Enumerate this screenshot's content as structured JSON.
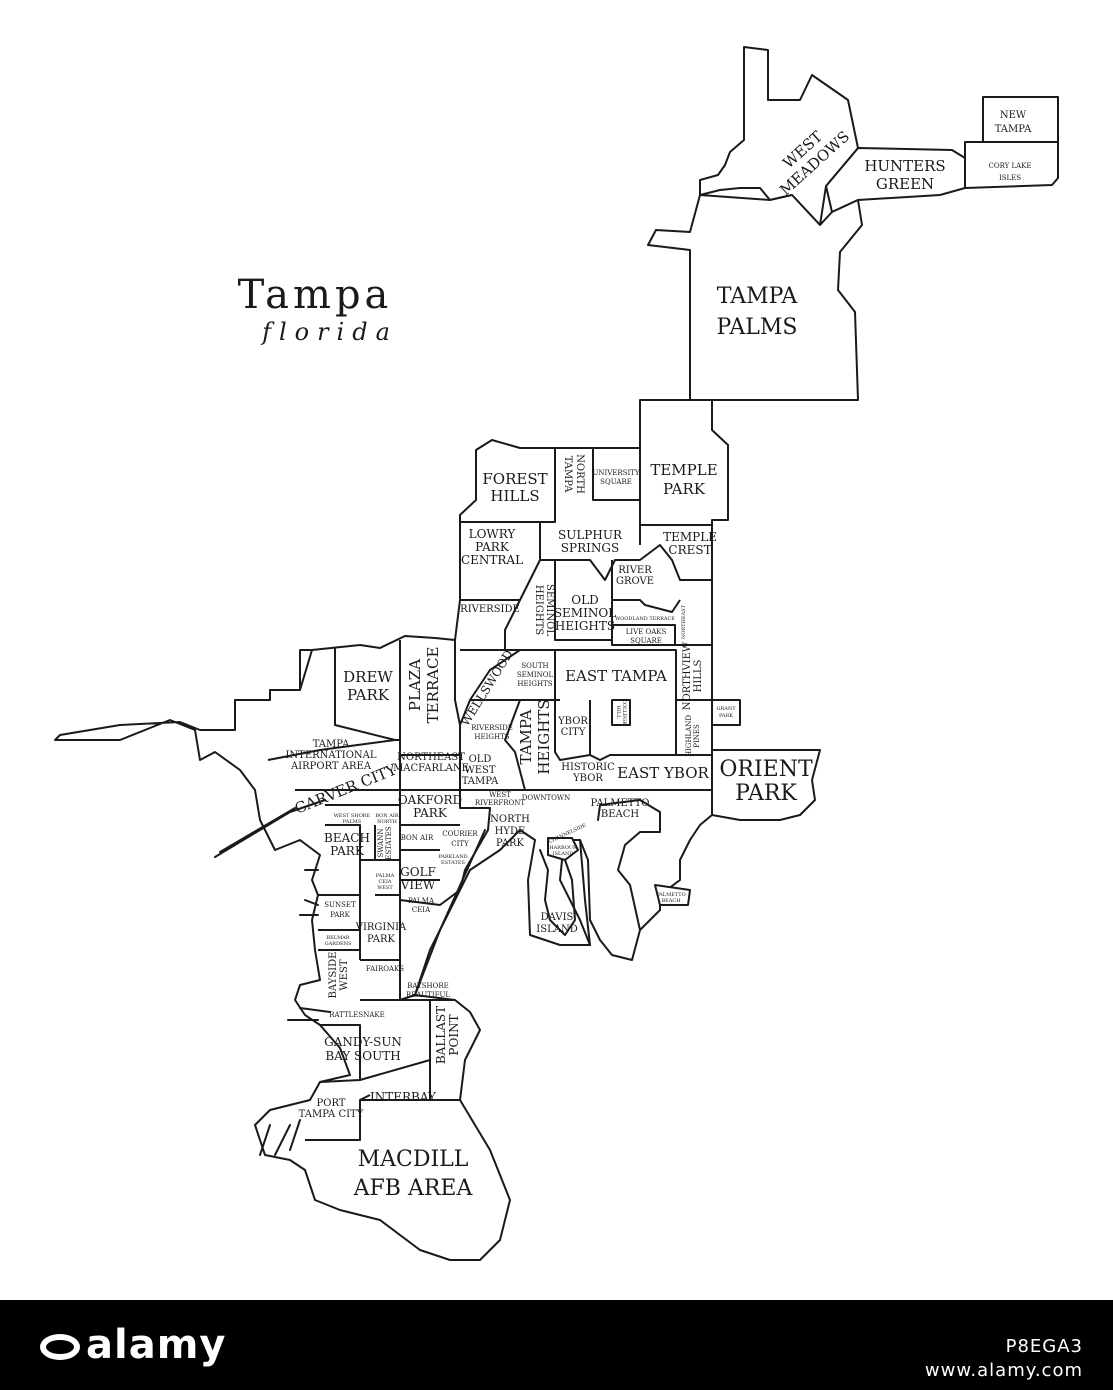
{
  "title": {
    "city": "Tampa",
    "state": "florida"
  },
  "neighborhoods": {
    "new_tampa": [
      "NEW",
      "TAMPA"
    ],
    "cory_lake_isles": [
      "CORY LAKE",
      "ISLES"
    ],
    "hunters_green": [
      "HUNTERS",
      "GREEN"
    ],
    "west_meadows": [
      "WEST",
      "MEADOWS"
    ],
    "tampa_palms": [
      "TAMPA",
      "PALMS"
    ],
    "forest_hills": [
      "FOREST",
      "HILLS"
    ],
    "north_tampa": [
      "NORTH",
      "TAMPA"
    ],
    "university_square": [
      "UNIVERSITY",
      "SQUARE"
    ],
    "temple_park": [
      "TEMPLE",
      "PARK"
    ],
    "lowry_park_central": [
      "LOWRY",
      "PARK",
      "CENTRAL"
    ],
    "sulphur_springs": [
      "SULPHUR",
      "SPRINGS"
    ],
    "temple_crest": [
      "TEMPLE",
      "CREST"
    ],
    "river_grove": [
      "RIVER",
      "GROVE"
    ],
    "riverside": [
      "RIVERSIDE"
    ],
    "seminol_heights": [
      "SEMINOL",
      "HEIGHTS"
    ],
    "old_seminol_heights": [
      "OLD",
      "SEMINOL",
      "HEIGHTS"
    ],
    "woodland_terrace": [
      "WOODLAND TERRACE"
    ],
    "live_oaks_square": [
      "LIVE OAKS",
      "SQUARE"
    ],
    "northeast": [
      "NORTHEAST"
    ],
    "drew_park": [
      "DREW",
      "PARK"
    ],
    "plaza_terrace": [
      "PLAZA",
      "TERRACE"
    ],
    "wellswood": [
      "WELLSWOOD"
    ],
    "south_seminol_heights": [
      "SOUTH",
      "SEMINOL",
      "HEIGHTS"
    ],
    "east_tampa": [
      "EAST TAMPA"
    ],
    "northview_hills": [
      "NORTHVIEW",
      "HILLS"
    ],
    "college_hill": [
      "COLLEGE",
      "HILL"
    ],
    "grant_park": [
      "GRANT",
      "PARK"
    ],
    "riverside_heights": [
      "RIVERSIDE",
      "HEIGHTS"
    ],
    "tampa_heights": [
      "TAMPA",
      "HEIGHTS"
    ],
    "ybor_city": [
      "YBOR",
      "CITY"
    ],
    "highland_pines": [
      "HIGHLAND",
      "PINES"
    ],
    "tampa_international_airport_area": [
      "TAMPA",
      "INTERNATIONAL",
      "AIRPORT AREA"
    ],
    "northeast_macfarlane": [
      "NORTHEAST",
      "MACFARLANE"
    ],
    "old_west_tampa": [
      "OLD",
      "WEST",
      "TAMPA"
    ],
    "historic_ybor": [
      "HISTORIC",
      "YBOR"
    ],
    "east_ybor": [
      "EAST YBOR"
    ],
    "orient_park": [
      "ORIENT",
      "PARK"
    ],
    "carver_city": [
      "CARVER CITY"
    ],
    "oakford_park": [
      "OAKFORD",
      "PARK"
    ],
    "west_riverfront": [
      "WEST",
      "RIVERFRONT"
    ],
    "downtown": [
      "DOWNTOWN"
    ],
    "palmetto_beach": [
      "PALMETTO",
      "BEACH"
    ],
    "west_shore_palms": [
      "WEST SHORE",
      "PALMS"
    ],
    "bon_air_north": [
      "BON AIR",
      "NORTH"
    ],
    "beach_park": [
      "BEACH",
      "PARK"
    ],
    "bon_air": [
      "BON AIR"
    ],
    "courier_city": [
      "COURIER",
      "CITY"
    ],
    "north_hyde_park": [
      "NORTH",
      "HYDE",
      "PARK"
    ],
    "channelside": [
      "CHANNELSIDE"
    ],
    "harbour_island": [
      "HARBOUR",
      "ISLAND"
    ],
    "swann_estates": [
      "SWANN",
      "ESTATES"
    ],
    "parkland_estates": [
      "PARKLAND",
      "ESTATES"
    ],
    "golf_view": [
      "GOLF",
      "VIEW"
    ],
    "palma_ceia_west": [
      "PALMA",
      "CEIA",
      "WEST"
    ],
    "sunset_park": [
      "SUNSET",
      "PARK"
    ],
    "palma_ceia": [
      "PALMA",
      "CEIA"
    ],
    "virginia_park": [
      "VIRGINIA",
      "PARK"
    ],
    "belmar_gardens": [
      "BELMAR",
      "GARDENS"
    ],
    "bayside_west": [
      "BAYSIDE",
      "WEST"
    ],
    "fairoaks": [
      "FAIROAKS"
    ],
    "bayshore_beautiful": [
      "BAYSHORE",
      "BEAUTIFUL"
    ],
    "davis_island": [
      "DAVIS",
      "ISLAND"
    ],
    "rattlesnake": [
      "RATTLESNAKE"
    ],
    "gandy_sun_bay_south": [
      "GANDY-SUN",
      "BAY SOUTH"
    ],
    "ballast_point": [
      "BALLAST",
      "POINT"
    ],
    "interbay": [
      "INTERBAY"
    ],
    "port_tampa_city": [
      "PORT",
      "TAMPA CITY"
    ],
    "macdill_afb_area": [
      "MACDILL",
      "AFB AREA"
    ]
  },
  "footer": {
    "logo": "alamy",
    "image_id": "P8EGA3",
    "url": "www.alamy.com"
  }
}
